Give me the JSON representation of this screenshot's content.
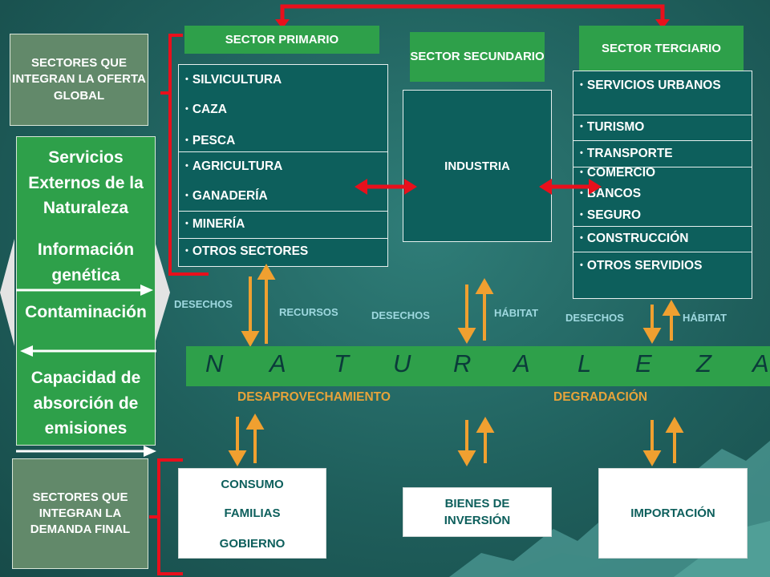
{
  "left": {
    "oferta_label": "SECTORES QUE INTEGRAN LA OFERTA GLOBAL",
    "demanda_label": "SECTORES QUE INTEGRAN LA DEMANDA FINAL",
    "nature_services": [
      "Servicios Externos de la Naturaleza",
      "Información genética",
      "Contaminación",
      "Capacidad de absorción de emisiones"
    ]
  },
  "primario": {
    "header": "SECTOR PRIMARIO",
    "items": [
      "SILVICULTURA",
      "CAZA",
      "PESCA",
      "AGRICULTURA",
      "GANADERÍA",
      "MINERÍA",
      "OTROS SECTORES"
    ]
  },
  "secundario": {
    "header": "SECTOR SECUNDARIO",
    "industria": "INDUSTRIA"
  },
  "terciario": {
    "header": "SECTOR TERCIARIO",
    "items": [
      "SERVICIOS URBANOS",
      "TURISMO",
      "TRANSPORTE",
      "COMERCIO",
      "BANCOS",
      "SEGURO",
      "CONSTRUCCIÓN",
      "OTROS SERVIDIOS"
    ]
  },
  "flows": {
    "desechos": "DESECHOS",
    "recursos": "RECURSOS",
    "habitat": "HÁBITAT"
  },
  "naturaleza": {
    "letters": [
      "N",
      "A",
      "T",
      "U",
      "R",
      "A",
      "L",
      "E",
      "Z",
      "A"
    ],
    "desaprovechamiento": "DESAPROVECHAMIENTO",
    "degradacion": "DEGRADACIÓN"
  },
  "demanda": {
    "consumo": [
      "CONSUMO",
      "FAMILIAS",
      "GOBIERNO"
    ],
    "bienes": "BIENES DE INVERSIÓN",
    "importacion": "IMPORTACIÓN"
  },
  "colors": {
    "bracket": "#e8101c",
    "flow_arrow": "#f0a030",
    "header_green": "#2ea04a",
    "box_teal": "#0d5f5c",
    "accent_orange": "#e7a33a"
  }
}
